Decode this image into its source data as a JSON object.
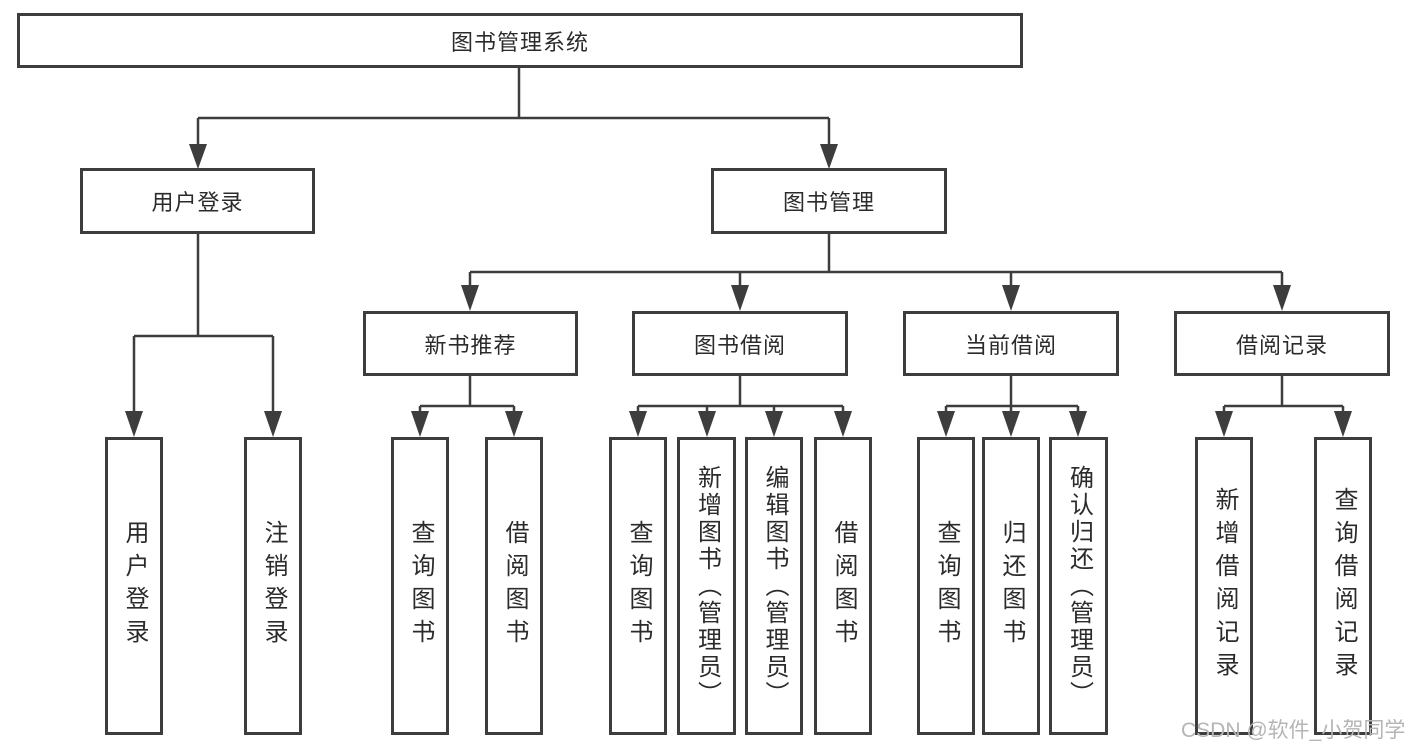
{
  "diagram_title": "图书管理系统",
  "watermark": "CSDN @软件_小贺同学",
  "colors": {
    "line": "#3d3d3d",
    "box_border": "#3d3d3d",
    "box_background": "#ffffff",
    "text": "#2b2b2b",
    "watermark": "#b5b5b5"
  },
  "tree": {
    "root": {
      "label": "图书管理系统"
    },
    "user_login": {
      "label": "用户登录",
      "leaves": [
        "用户登录",
        "注销登录"
      ]
    },
    "book_mgmt": {
      "label": "图书管理",
      "children": {
        "new_books": {
          "label": "新书推荐",
          "leaves": [
            "查询图书",
            "借阅图书"
          ]
        },
        "book_borrow": {
          "label": "图书借阅",
          "leaves": [
            "查询图书",
            "新增图书（管理员）",
            "编辑图书（管理员）",
            "借阅图书"
          ]
        },
        "current_borrow": {
          "label": "当前借阅",
          "leaves": [
            "查询图书",
            "归还图书",
            "确认归还（管理员）"
          ]
        },
        "borrow_records": {
          "label": "借阅记录",
          "leaves": [
            "新增借阅记录",
            "查询借阅记录"
          ]
        }
      }
    }
  }
}
